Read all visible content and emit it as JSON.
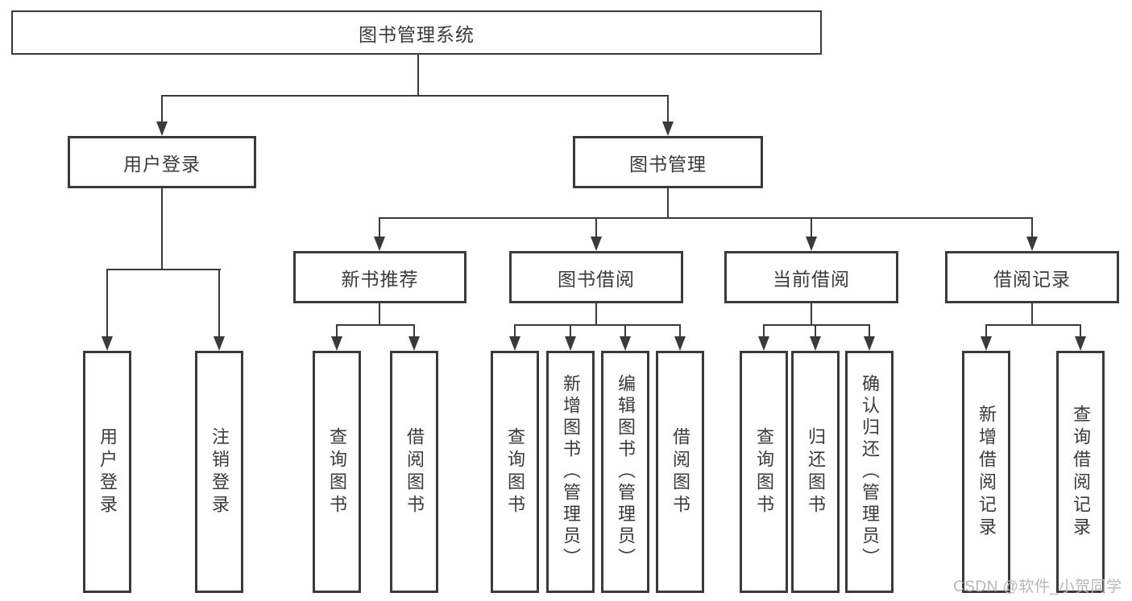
{
  "colors": {
    "line": "#3a3a3a",
    "border": "#3a3a3a",
    "text": "#3a3a3a",
    "watermark": "#b6b6b6",
    "background": "#ffffff"
  },
  "watermark": {
    "text": "CSDN @软件_小贺同学"
  },
  "diagram": {
    "root": {
      "label": "图书管理系统"
    },
    "branches": [
      {
        "label": "用户登录",
        "children": [
          {
            "label": "用户登录"
          },
          {
            "label": "注销登录"
          }
        ]
      },
      {
        "label": "图书管理",
        "children": [
          {
            "label": "新书推荐",
            "children": [
              {
                "label": "查询图书"
              },
              {
                "label": "借阅图书"
              }
            ]
          },
          {
            "label": "图书借阅",
            "children": [
              {
                "label": "查询图书"
              },
              {
                "label": "新增图书（管理员）"
              },
              {
                "label": "编辑图书（管理员）"
              },
              {
                "label": "借阅图书"
              }
            ]
          },
          {
            "label": "当前借阅",
            "children": [
              {
                "label": "查询图书"
              },
              {
                "label": "归还图书"
              },
              {
                "label": "确认归还（管理员）"
              }
            ]
          },
          {
            "label": "借阅记录",
            "children": [
              {
                "label": "新增借阅记录"
              },
              {
                "label": "查询借阅记录"
              }
            ]
          }
        ]
      }
    ]
  }
}
